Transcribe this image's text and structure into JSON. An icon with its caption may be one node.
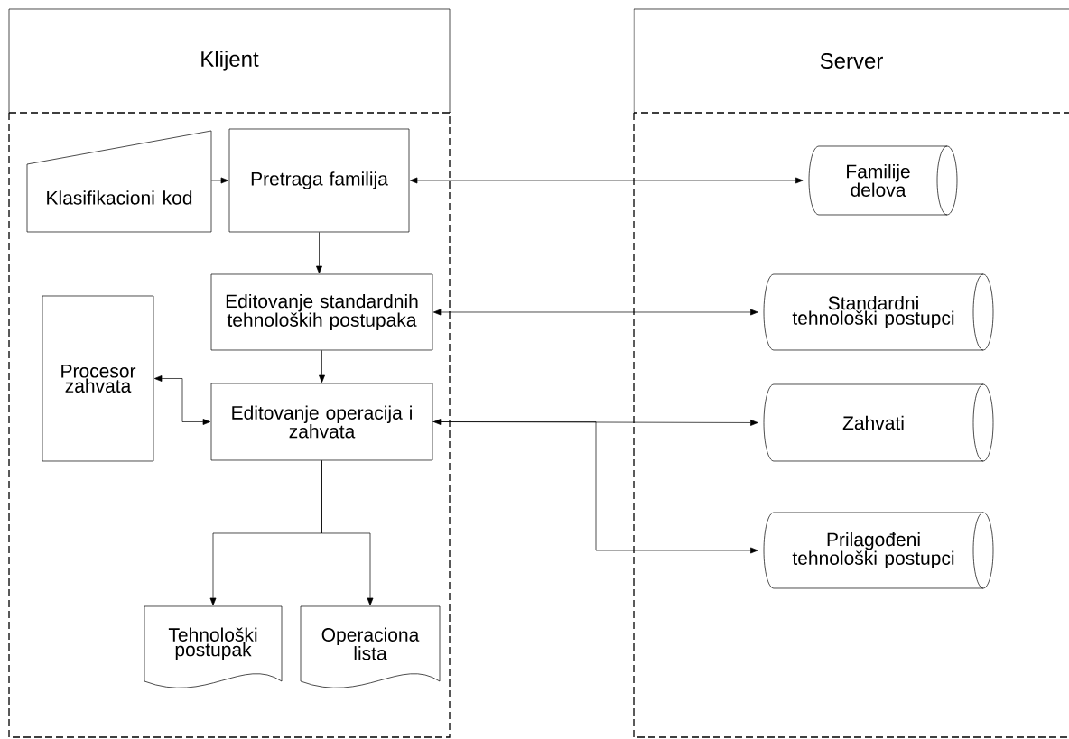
{
  "diagram": {
    "nodes": [
      {
        "text": [
          "Klijent"
        ]
      },
      {
        "text": [
          "Server"
        ]
      },
      {
        "text": [
          "Klasifikacioni kod"
        ],
        "in": 0
      },
      {
        "text": [
          "Pretraga familija"
        ],
        "in": 0
      },
      {
        "text": [
          "Editovanje standardnih tehnoloških postupaka"
        ],
        "in": 0
      },
      {
        "text": [
          "Procesor zahvata"
        ],
        "in": 0
      },
      {
        "text": [
          "Editovanje operacija i zahvata"
        ],
        "in": 0
      },
      {
        "text": [
          "Tehnološki postupak"
        ],
        "in": 0
      },
      {
        "text": [
          "Operaciona lista"
        ],
        "in": 0
      },
      {
        "text": [
          "Familije delova"
        ],
        "in": 1
      },
      {
        "text": [
          "Standardni tehnološki postupci"
        ],
        "in": 1
      },
      {
        "text": [
          "Zahvati"
        ],
        "in": 1
      },
      {
        "text": [
          "Prilagođeni tehnološki postupci"
        ],
        "in": 1
      }
    ],
    "edges": [
      {
        "from": 2,
        "to": 3,
        "arrow": "to"
      },
      {
        "from": 3,
        "to": 9,
        "arrow": "both"
      },
      {
        "from": 3,
        "to": 4,
        "arrow": "to"
      },
      {
        "from": 4,
        "to": 10,
        "arrow": "both"
      },
      {
        "from": 4,
        "to": 6,
        "arrow": "to"
      },
      {
        "from": 6,
        "to": 5,
        "arrow": "both"
      },
      {
        "from": 6,
        "to": 11,
        "arrow": "both"
      },
      {
        "from": 6,
        "to": 12,
        "arrow": "to"
      },
      {
        "from": 6,
        "to": 7,
        "arrow": "to"
      },
      {
        "from": 6,
        "to": 8,
        "arrow": "to"
      }
    ]
  }
}
